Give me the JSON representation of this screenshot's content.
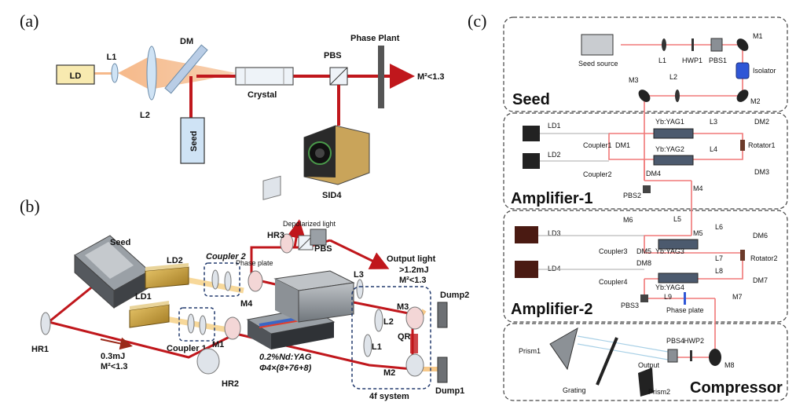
{
  "panel_a": {
    "label": "(a)",
    "ld": "LD",
    "l1": "L1",
    "l2": "L2",
    "dm": "DM",
    "crystal": "Crystal",
    "pbs": "PBS",
    "phase_plant": "Phase Plant",
    "m2": "M²<1.3",
    "seed": "Seed",
    "sid4": "SID4"
  },
  "panel_b": {
    "label": "(b)",
    "seed": "Seed",
    "ld2": "LD2",
    "ld1": "LD1",
    "coupler2": "Coupler 2",
    "coupler1": "Coupler 1",
    "hr1": "HR1",
    "hr2": "HR2",
    "hr3": "HR3",
    "m1": "M1",
    "m2": "M2",
    "m3": "M3",
    "m4": "M4",
    "l1": "L1",
    "l2": "L2",
    "l3": "L3",
    "qr": "QR",
    "phase_plate": "Phase plate",
    "pbs": "PBS",
    "depolarized": "Depolarized light",
    "output_light": "Output light",
    "output_energy": ">1.2mJ",
    "output_m2": "M²<1.3",
    "input_energy": "0.3mJ",
    "input_m2": "M²<1.3",
    "crystal_line1": "0.2%Nd:YAG",
    "crystal_line2": "Φ4×(8+76+8)",
    "fourf": "4f system",
    "dump1": "Dump1",
    "dump2": "Dump2"
  },
  "panel_c": {
    "label": "(c)",
    "seed_section": "Seed",
    "amp1_section": "Amplifier-1",
    "amp2_section": "Amplifier-2",
    "comp_section": "Compressor",
    "seed_source": "Seed source",
    "l1": "L1",
    "hwp1": "HWP1",
    "pbs1": "PBS1",
    "m1": "M1",
    "isolator": "Isolator",
    "m2": "M2",
    "m3": "M3",
    "l2": "L2",
    "ld1": "LD1",
    "ld2": "LD2",
    "coupler1": "Coupler1",
    "coupler2": "Coupler2",
    "dm1": "DM1",
    "dm2": "DM2",
    "dm3": "DM3",
    "dm4": "DM4",
    "ybyag1": "Yb:YAG1",
    "ybyag2": "Yb:YAG2",
    "l3": "L3",
    "l4": "L4",
    "rotator1": "Rotator1",
    "pbs2": "PBS2",
    "m4": "M4",
    "m6": "M6",
    "l5": "L5",
    "m5": "M5",
    "ld3": "LD3",
    "ld4": "LD4",
    "coupler3": "Coupler3",
    "coupler4": "Coupler4",
    "dm5": "DM5",
    "dm6": "DM6",
    "dm7": "DM7",
    "dm8": "DM8",
    "ybyag3": "Yb:YAG3",
    "ybyag4": "Yb:YAG4",
    "l6": "L6",
    "l7": "L7",
    "l8": "L8",
    "l9": "L9",
    "rotator2": "Rotator2",
    "pbs3": "PBS3",
    "phase_plate": "Phase plate",
    "m7": "M7",
    "m8": "M8",
    "prism1": "Prism1",
    "prism2": "Prism2",
    "grating": "Grating",
    "output": "Output",
    "pbs4": "PBS4",
    "hwp2": "HWP2"
  },
  "colors": {
    "beam": "#c0171c",
    "pump": "#f0a070",
    "ld_fill": "#f8eab0",
    "seed_fill": "#cfe3f5",
    "cbeam": "#f07878"
  }
}
